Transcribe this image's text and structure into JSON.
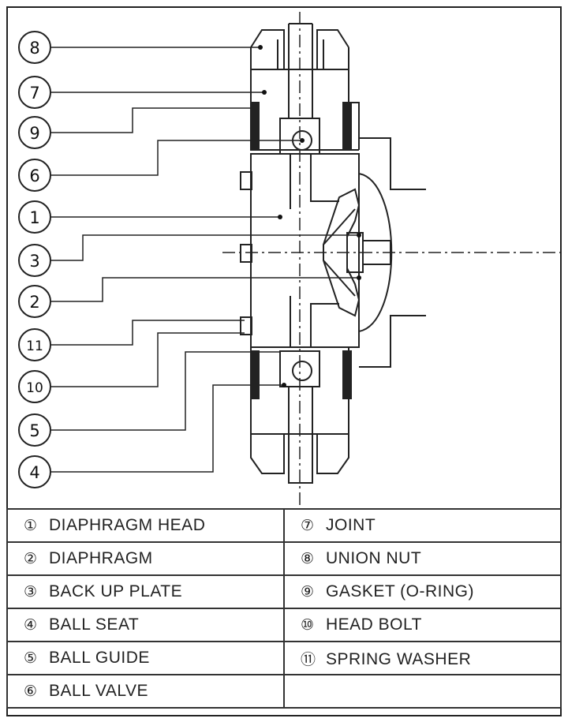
{
  "callouts": [
    {
      "id": "8",
      "label": "8"
    },
    {
      "id": "7",
      "label": "7"
    },
    {
      "id": "9",
      "label": "9"
    },
    {
      "id": "6",
      "label": "6"
    },
    {
      "id": "1",
      "label": "1"
    },
    {
      "id": "3",
      "label": "3"
    },
    {
      "id": "2",
      "label": "2"
    },
    {
      "id": "11",
      "label": "11"
    },
    {
      "id": "10",
      "label": "10"
    },
    {
      "id": "5",
      "label": "5"
    },
    {
      "id": "4",
      "label": "4"
    }
  ],
  "legend": {
    "left": [
      {
        "num": "①",
        "name": "DIAPHRAGM HEAD"
      },
      {
        "num": "②",
        "name": "DIAPHRAGM"
      },
      {
        "num": "③",
        "name": "BACK UP PLATE"
      },
      {
        "num": "④",
        "name": "BALL SEAT"
      },
      {
        "num": "⑤",
        "name": "BALL GUIDE"
      },
      {
        "num": "⑥",
        "name": "BALL VALVE"
      }
    ],
    "right": [
      {
        "num": "⑦",
        "name": "JOINT"
      },
      {
        "num": "⑧",
        "name": "UNION NUT"
      },
      {
        "num": "⑨",
        "name": "GASKET (O-RING)"
      },
      {
        "num": "⑩",
        "name": "HEAD BOLT"
      },
      {
        "num": "⑪",
        "name": "SPRING WASHER"
      },
      {
        "num": "",
        "name": ""
      }
    ]
  }
}
